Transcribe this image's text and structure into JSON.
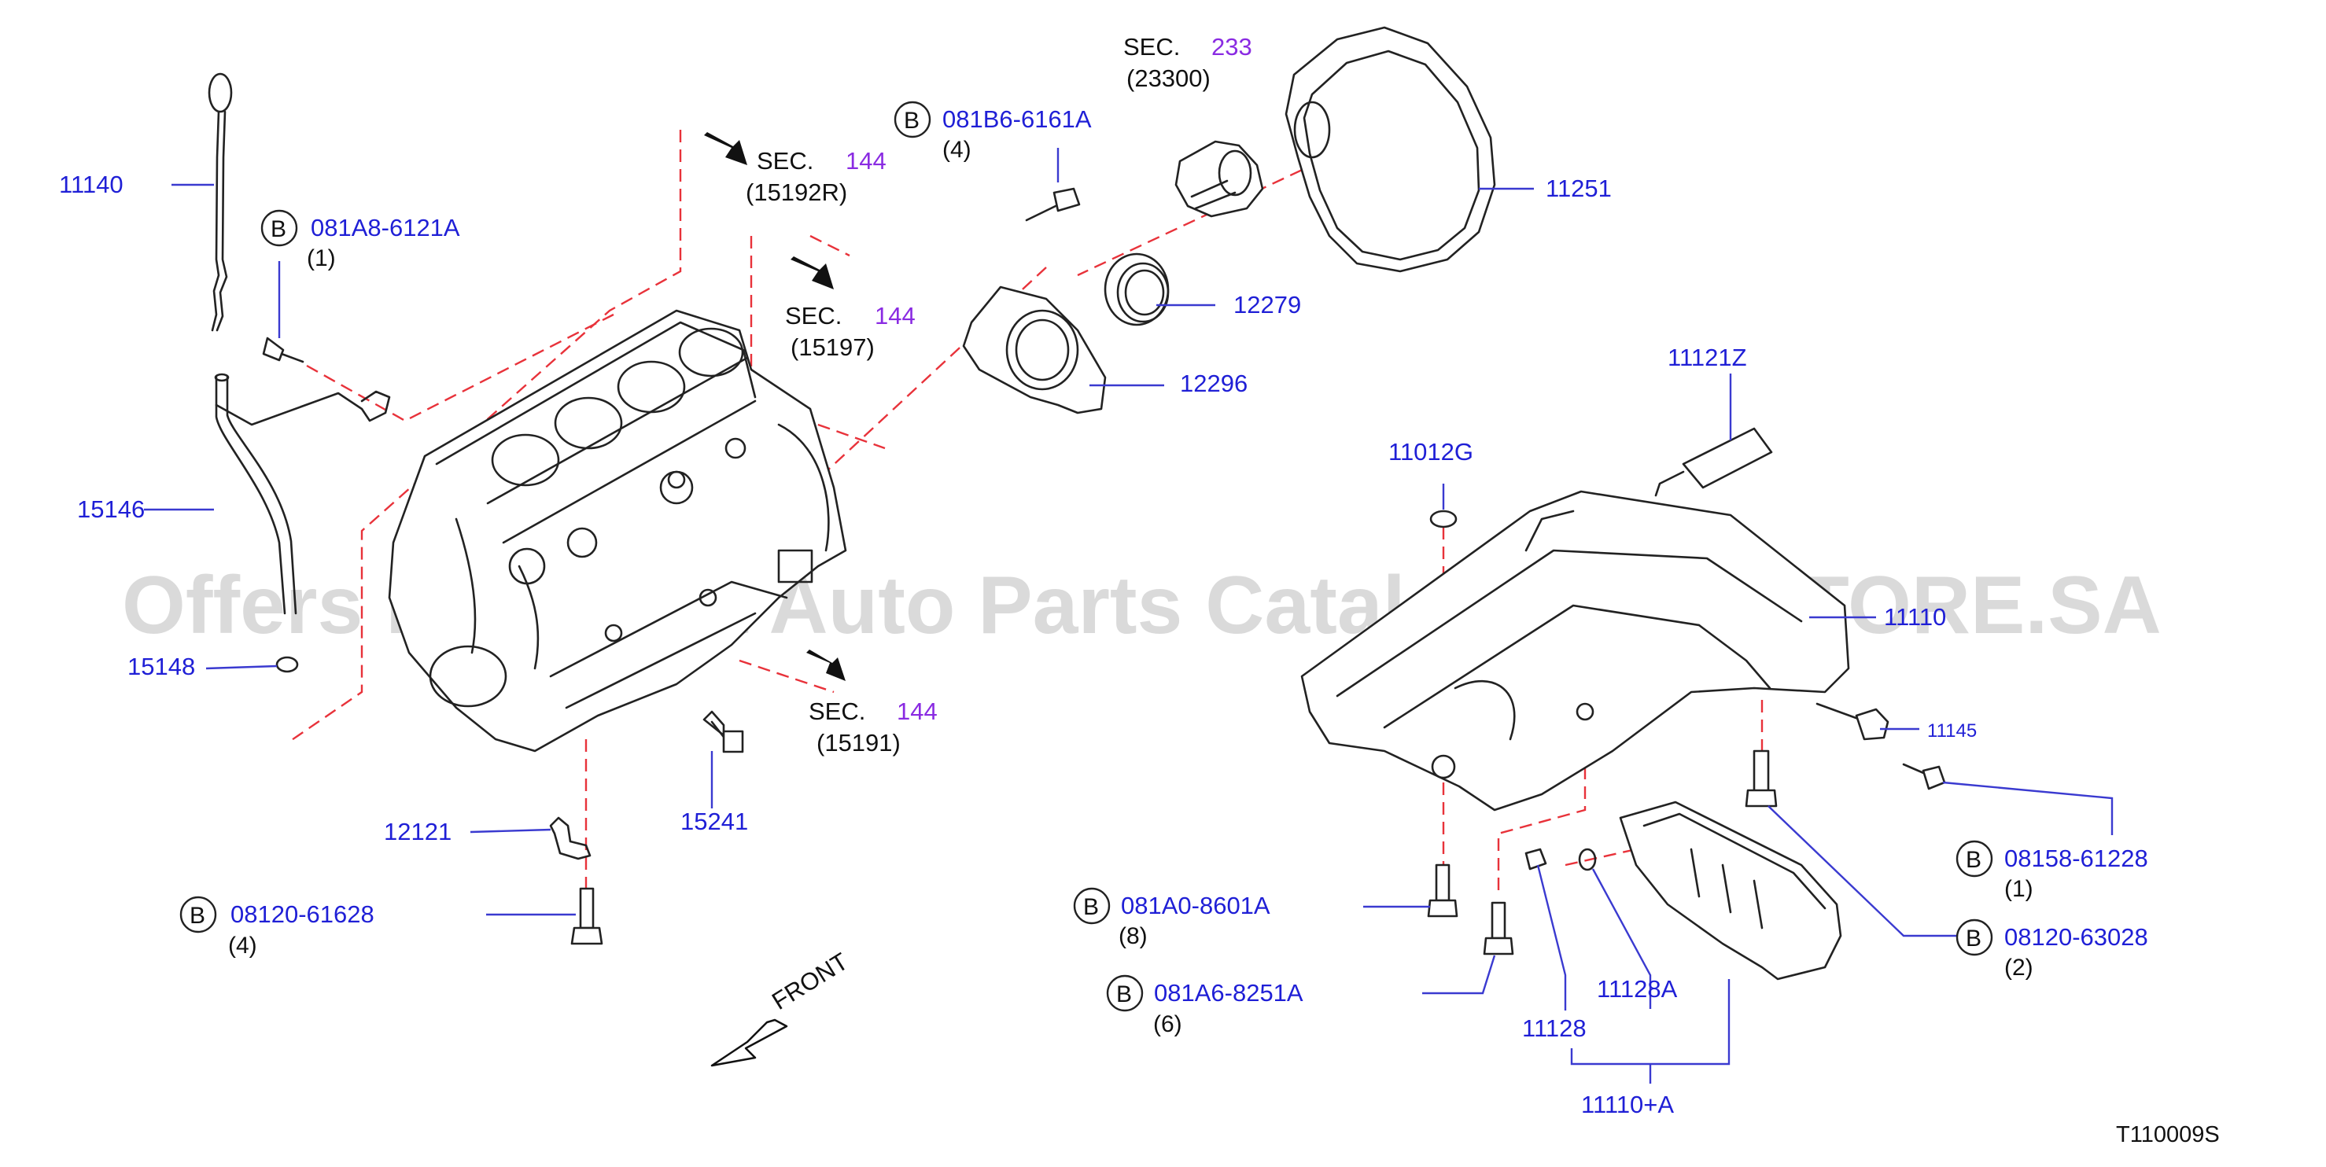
{
  "watermark": "Offers Merchant Auto Parts Catalog PARTSTORE.SA",
  "diagram_code": "T110009S",
  "front_label": "FRONT",
  "bolt_marker": "B",
  "section_refs": [
    {
      "prefix": "SEC.",
      "number": "144",
      "code": "(15192R)"
    },
    {
      "prefix": "SEC.",
      "number": "144",
      "code": "(15197)"
    },
    {
      "prefix": "SEC.",
      "number": "144",
      "code": "(15191)"
    },
    {
      "prefix": "SEC.",
      "number": "233",
      "code": "(23300)"
    }
  ],
  "parts": {
    "p11140": "11140",
    "p15146": "15146",
    "p15148": "15148",
    "p12121": "12121",
    "p15241": "15241",
    "p12296": "12296",
    "p12279": "12279",
    "p11251": "11251",
    "p11121Z": "11121Z",
    "p11012G": "11012G",
    "p11110": "11110",
    "p11145": "11145",
    "p11128": "11128",
    "p11128A": "11128A",
    "p11110A": "11110+A"
  },
  "bolts": {
    "b1": {
      "part": "081A8-6121A",
      "qty": "(1)"
    },
    "b2": {
      "part": "081B6-6161A",
      "qty": "(4)"
    },
    "b3": {
      "part": "08120-61628",
      "qty": "(4)"
    },
    "b4": {
      "part": "081A0-8601A",
      "qty": "(8)"
    },
    "b5": {
      "part": "081A6-8251A",
      "qty": "(6)"
    },
    "b6": {
      "part": "08158-61228",
      "qty": "(1)"
    },
    "b7": {
      "part": "08120-63028",
      "qty": "(2)"
    }
  },
  "colors": {
    "part_number": "#1f1fd6",
    "section_number": "#8a2be2",
    "dashed_line": "#e8323a",
    "line_art": "#222222"
  }
}
